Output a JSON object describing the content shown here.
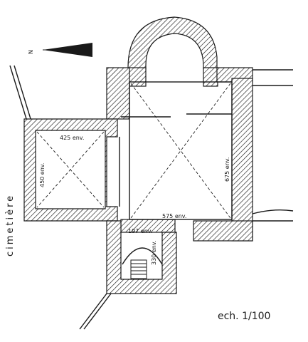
{
  "plan": {
    "north_label": "N",
    "side_label": "cimetière",
    "scale_label": "ech. 1/100",
    "dimensions": {
      "chapel_width": "425 env.",
      "chapel_height": "450 env.",
      "nave_height": "675 env.",
      "nave_width": "575 env.",
      "porch_width": "197 env.",
      "porch_depth": "330 env."
    }
  },
  "colors": {
    "ink": "#1a1a1a",
    "paper": "#ffffff"
  },
  "icons": [
    "north-arrow-icon"
  ]
}
